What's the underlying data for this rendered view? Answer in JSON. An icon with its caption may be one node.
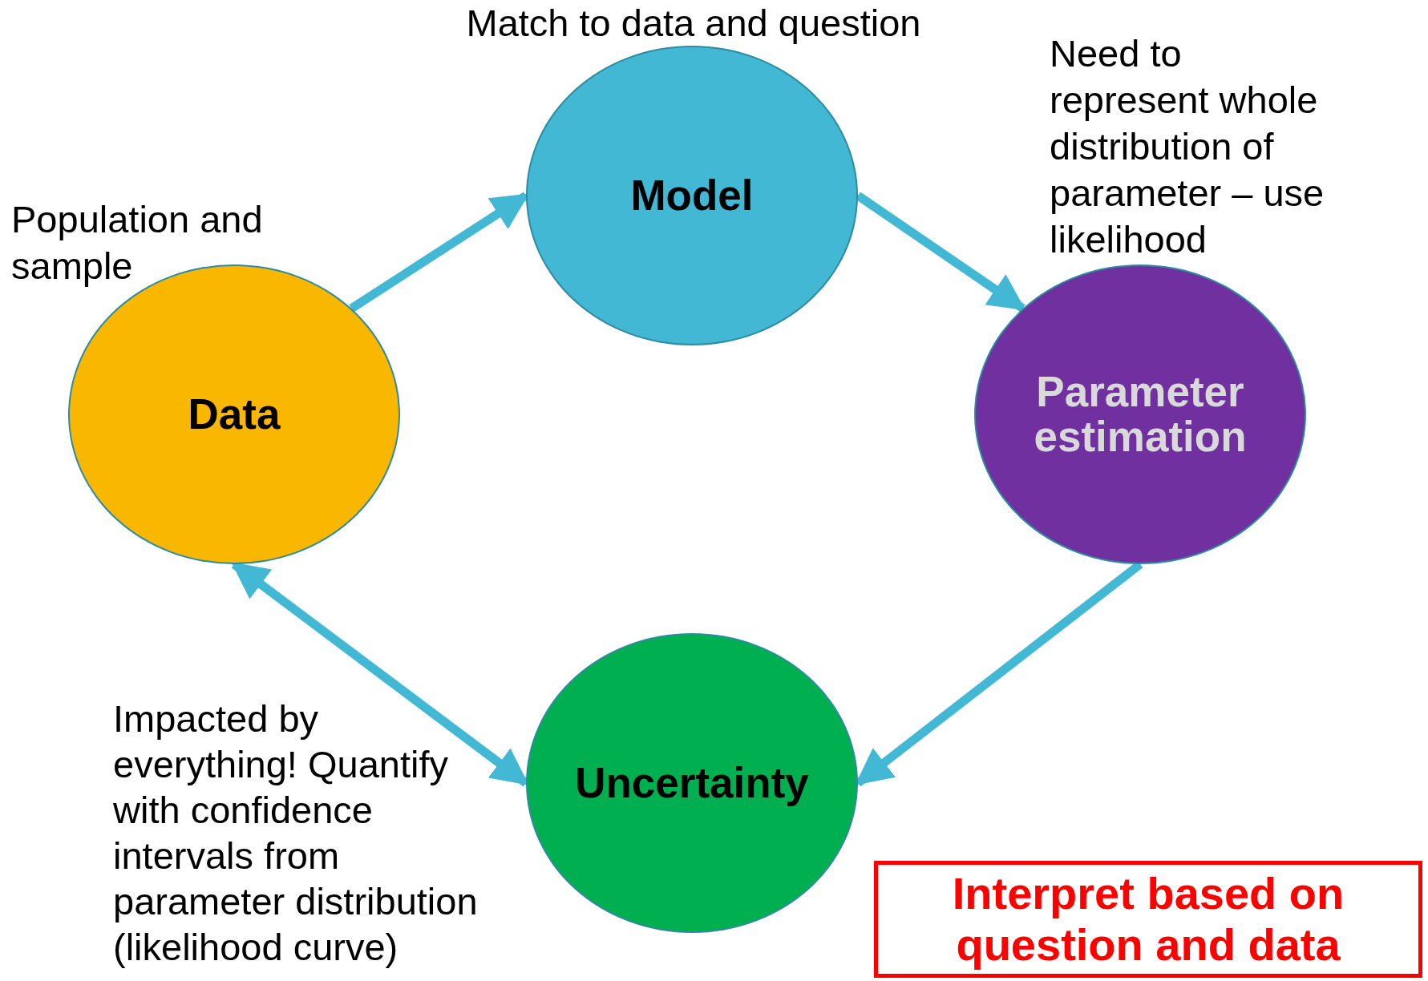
{
  "diagram": {
    "nodes": [
      {
        "text": [
          "Model"
        ],
        "beside": [
          "Match to data and question"
        ]
      },
      {
        "text": [
          "Data"
        ],
        "beside": [
          "Population and sample"
        ]
      },
      {
        "text": [
          "Parameter estimation"
        ],
        "beside": [
          "Need to represent whole distribution of parameter – use likelihood"
        ]
      },
      {
        "text": [
          "Uncertainty"
        ],
        "beside": [
          "Impacted by everything! Quantify with confidence intervals from parameter distribution (likelihood curve)"
        ]
      },
      {
        "text": [
          "Interpret based on question and data"
        ]
      }
    ],
    "edges": [
      {
        "from": 1,
        "to": 0,
        "arrow": "to"
      },
      {
        "from": 0,
        "to": 2,
        "arrow": "to"
      },
      {
        "from": 2,
        "to": 3,
        "arrow": "to"
      },
      {
        "from": 1,
        "to": 3,
        "arrow": "both"
      }
    ]
  }
}
